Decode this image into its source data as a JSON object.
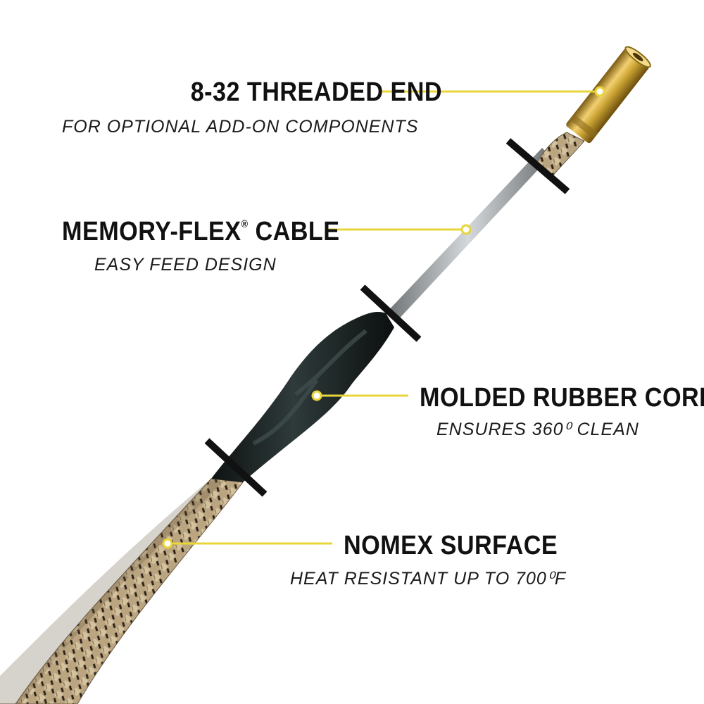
{
  "features": [
    {
      "title": "8-32 THREADED END",
      "subtitle": "FOR OPTIONAL ADD-ON COMPONENTS"
    },
    {
      "title": "MEMORY-FLEX",
      "title_mark": "®",
      "title_suffix": " CABLE",
      "subtitle": "EASY FEED DESIGN"
    },
    {
      "title": "MOLDED RUBBER CORE",
      "subtitle": "ENSURES 360⁰ CLEAN"
    },
    {
      "title": "NOMEX SURFACE",
      "subtitle": "HEAT RESISTANT UP TO 700⁰F"
    }
  ],
  "colors": {
    "leader_line": "#e8d53a",
    "text": "#111111",
    "brass": "#c9a233",
    "rubber": "#1c2222",
    "nomex": "#b9a27f",
    "nomex_pattern": "#2b2219",
    "cable": "#9ea3a6",
    "divider": "#111111"
  }
}
